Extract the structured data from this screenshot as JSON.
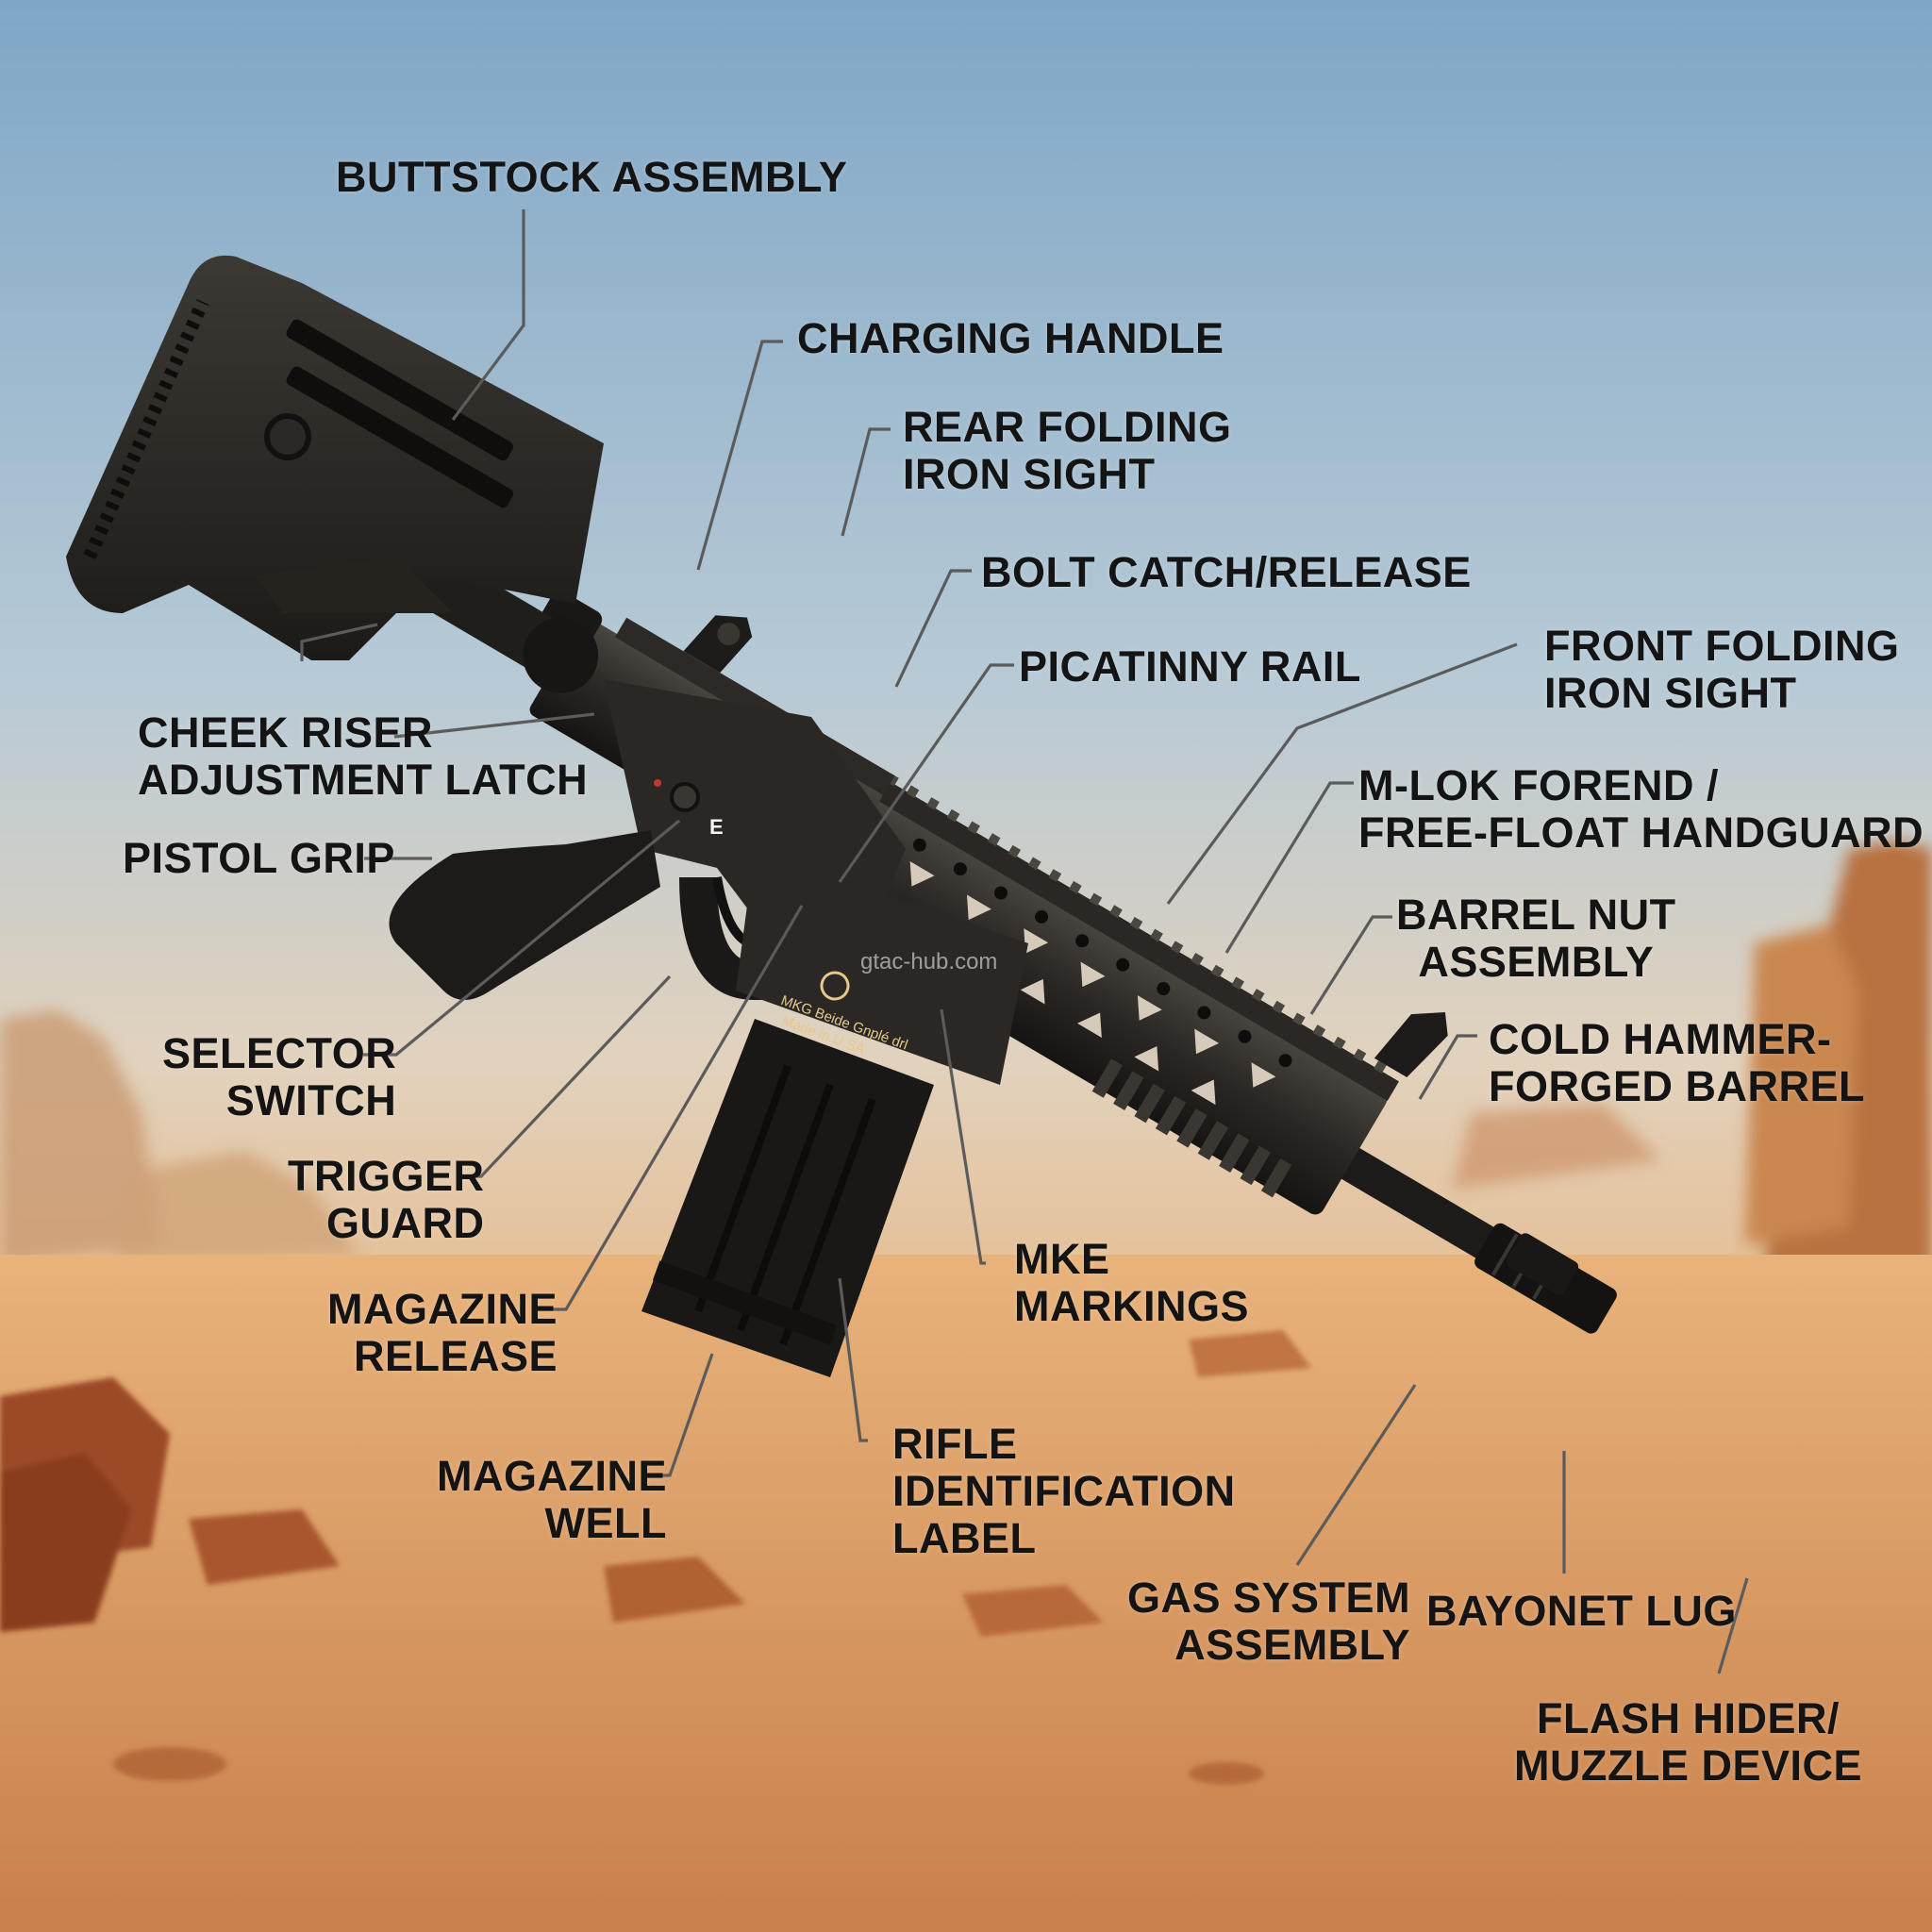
{
  "watermark": "gtac-hub.com",
  "receiver_marking": {
    "line1": "MKG Beide Gnplé drl",
    "line2": "Made in U.SA"
  },
  "selector_mark": "E",
  "labels": [
    {
      "id": "buttstock",
      "lines": [
        "BUTTSTOCK ASSEMBLY"
      ]
    },
    {
      "id": "charging",
      "lines": [
        "CHARGING HANDLE"
      ]
    },
    {
      "id": "rear_sight",
      "lines": [
        "REAR FOLDING",
        "IRON SIGHT"
      ]
    },
    {
      "id": "bolt_catch",
      "lines": [
        "BOLT CATCH/RELEASE"
      ]
    },
    {
      "id": "picatinny",
      "lines": [
        "PICATINNY RAIL"
      ]
    },
    {
      "id": "front_sight",
      "lines": [
        "FRONT FOLDING",
        "IRON SIGHT"
      ]
    },
    {
      "id": "mlok",
      "lines": [
        "M-LOK FOREND /",
        "FREE-FLOAT HANDGUARD"
      ]
    },
    {
      "id": "barrel_nut",
      "lines": [
        "BARREL NUT",
        "ASSEMBLY"
      ]
    },
    {
      "id": "cold_hammer",
      "lines": [
        "COLD HAMMER-",
        "FORGED BARREL"
      ]
    },
    {
      "id": "cheek",
      "lines": [
        "CHEEK RISER",
        "ADJUSTMENT LATCH"
      ]
    },
    {
      "id": "pistol_grip",
      "lines": [
        "PISTOL GRIP"
      ]
    },
    {
      "id": "selector",
      "lines": [
        "SELECTOR",
        "SWITCH"
      ]
    },
    {
      "id": "trigger_guard",
      "lines": [
        "TRIGGER",
        "GUARD"
      ]
    },
    {
      "id": "mag_release",
      "lines": [
        "MAGAZINE",
        "RELEASE"
      ]
    },
    {
      "id": "mag_well",
      "lines": [
        "MAGAZINE",
        "WELL"
      ]
    },
    {
      "id": "rifle_id",
      "lines": [
        "RIFLE",
        "IDENTIFICATION",
        "LABEL"
      ]
    },
    {
      "id": "mke",
      "lines": [
        "MKE",
        "MARKINGS"
      ]
    },
    {
      "id": "gas_system",
      "lines": [
        "GAS SYSTEM",
        "ASSEMBLY"
      ]
    },
    {
      "id": "bayonet",
      "lines": [
        "BAYONET LUG"
      ]
    },
    {
      "id": "flash_hider",
      "lines": [
        "FLASH HIDER/",
        "MUZZLE DEVICE"
      ]
    }
  ]
}
